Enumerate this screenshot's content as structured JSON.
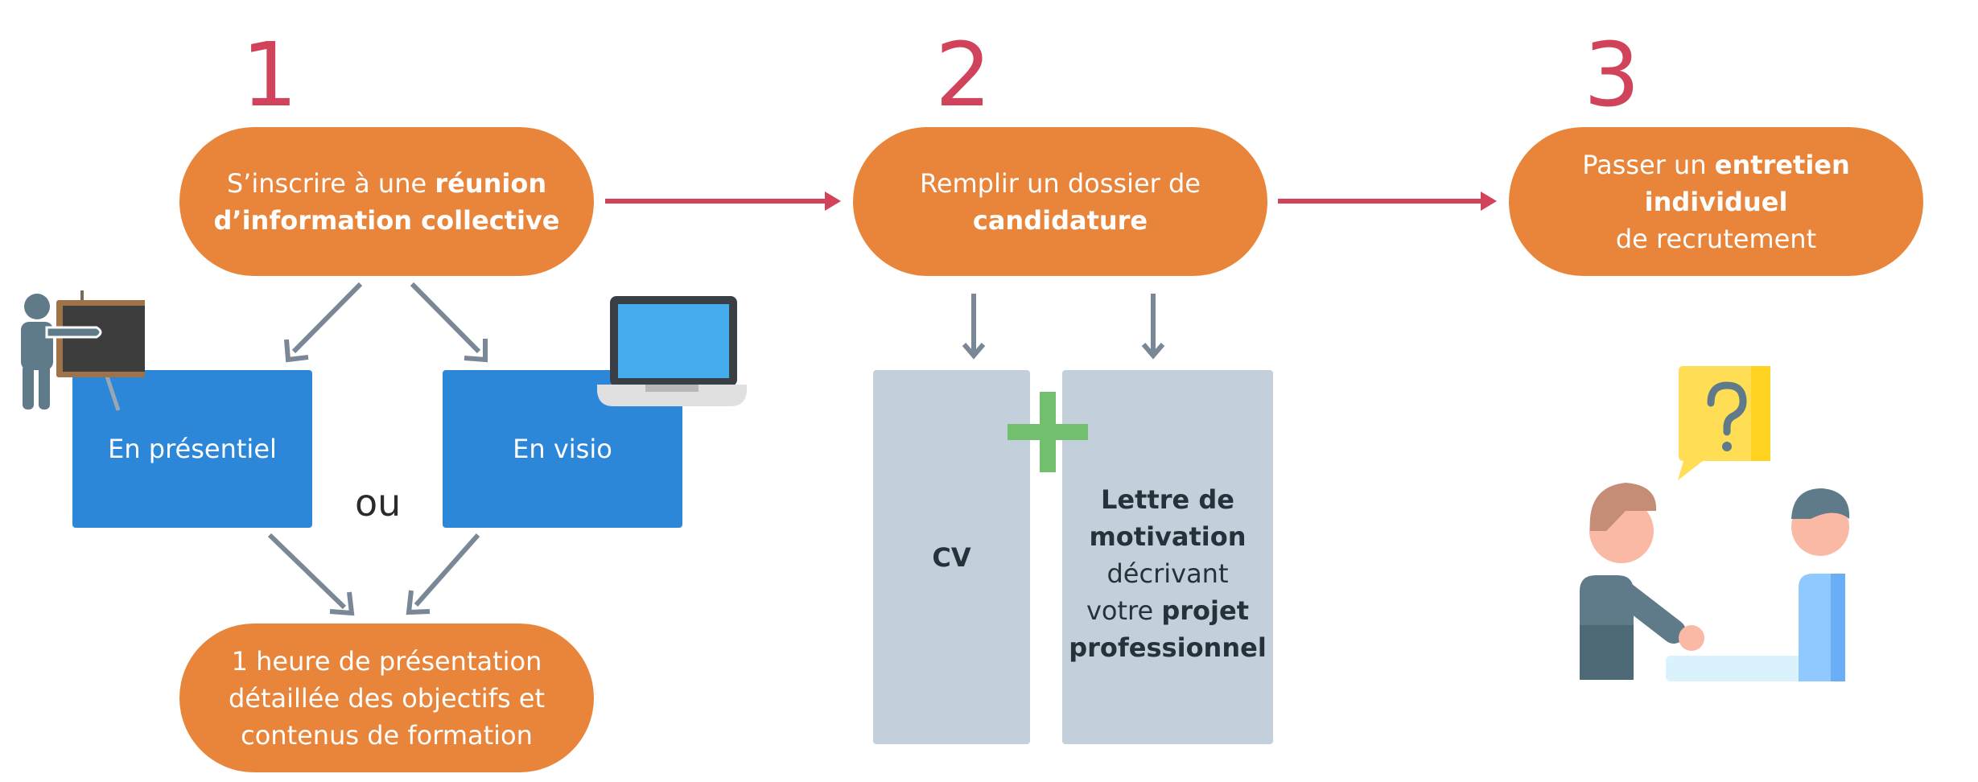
{
  "colors": {
    "accent_red": "#d0435a",
    "orange": "#e8853a",
    "blue": "#2c87d9",
    "grey_box": "#c3cfda",
    "arrow_grey": "#7a8796"
  },
  "steps": {
    "step1": {
      "number": "1",
      "pill": {
        "pre": "S’inscrire à une ",
        "bold1": "réunion",
        "bold2": "d’information collective"
      },
      "option_left": "En présentiel",
      "option_right": "En visio",
      "separator": "ou",
      "outcome": {
        "line1": "1 heure de présentation",
        "line2": "détaillée des objectifs et",
        "line3": "contenus de formation"
      }
    },
    "step2": {
      "number": "2",
      "pill": {
        "line1": "Remplir un dossier de",
        "bold": "candidature"
      },
      "doc_cv": "CV",
      "doc_letter": {
        "bold1": "Lettre de",
        "bold2": "motivation",
        "line3": "décrivant",
        "line4_pre": "votre ",
        "line4_bold": "projet",
        "line5_bold": "professionnel"
      }
    },
    "step3": {
      "number": "3",
      "pill": {
        "pre": "Passer un ",
        "bold": "entretien individuel",
        "line2": "de recrutement"
      }
    }
  },
  "icons": [
    "teacher-blackboard-icon",
    "laptop-icon",
    "plus-icon",
    "interview-icon",
    "question-bubble-icon"
  ]
}
